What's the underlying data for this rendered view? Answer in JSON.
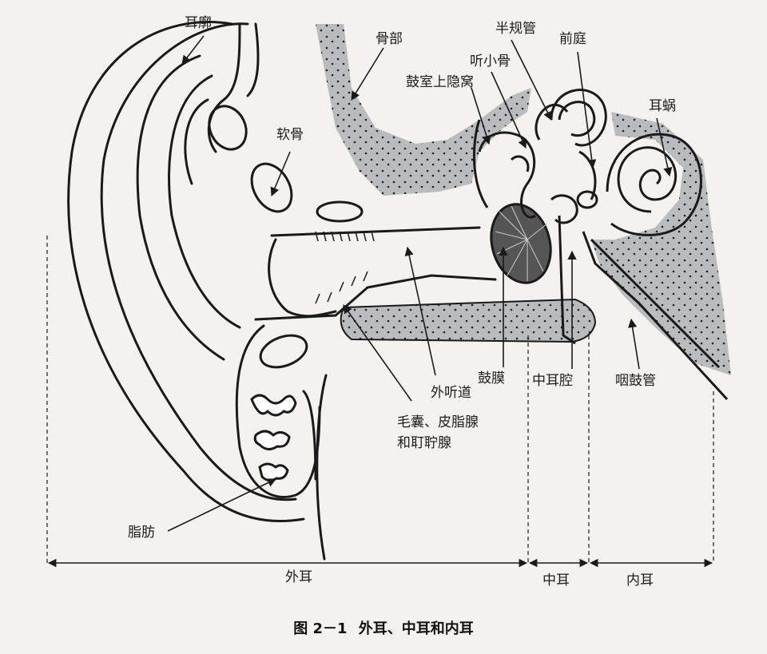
{
  "labels": {
    "auricle": "耳廓",
    "cartilage": "软骨",
    "bone": "骨部",
    "semicircular_canals": "半规管",
    "ossicles": "听小骨",
    "vestibule": "前庭",
    "epitympanic_recess": "鼓室上隐窝",
    "cochlea": "耳蜗",
    "tympanic_membrane": "鼓膜",
    "middle_ear_cavity": "中耳腔",
    "eustachian_tube": "咽鼓管",
    "external_canal": "外听道",
    "glands_line1": "毛囊、皮脂腺",
    "glands_line2": "和耵聍腺",
    "fat": "脂肪"
  },
  "regions": {
    "outer": "外耳",
    "middle": "中耳",
    "inner": "内耳"
  },
  "caption": {
    "number": "图 2－1",
    "title": "外耳、中耳和内耳"
  },
  "colors": {
    "line": "#1a1a1a",
    "bone_fill": "#b9bbbd",
    "background": "#f3f2ef"
  }
}
